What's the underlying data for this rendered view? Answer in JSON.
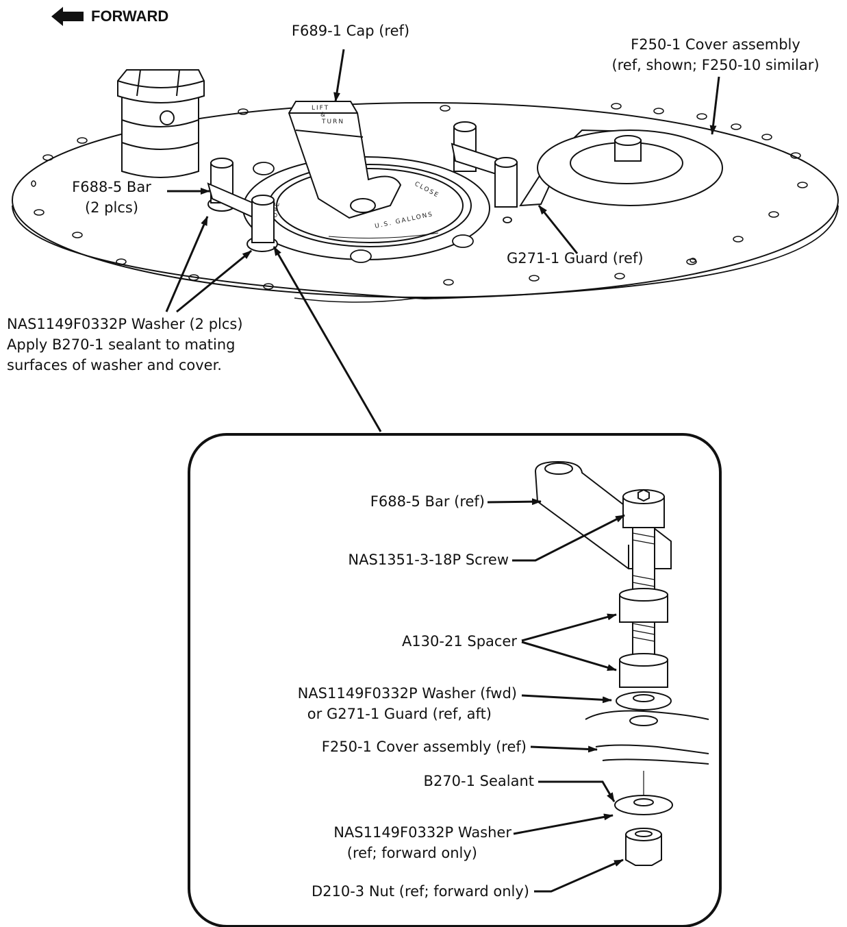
{
  "header": {
    "direction": "FORWARD",
    "arrow_icon": "arrow-left-icon"
  },
  "callouts": {
    "cap": "F689-1 Cap (ref)",
    "cover_line1": "F250-1 Cover assembly",
    "cover_line2": "(ref, shown; F250-10 similar)",
    "bar_line1": "F688-5 Bar",
    "bar_line2": "(2 plcs)",
    "guard": "G271-1 Guard (ref)",
    "washer_line1": "NAS1149F0332P Washer (2 plcs)",
    "washer_line2": "Apply B270-1 sealant to mating",
    "washer_line3": "surfaces of washer and cover."
  },
  "part_etchings": {
    "cap_line1": "LIFT",
    "cap_line2": "&",
    "cap_line3": "TURN",
    "close": "CLOSE",
    "open": "OPE",
    "gallons": "U.S. GALLONS"
  },
  "detail": {
    "bar": "F688-5 Bar (ref)",
    "screw": "NAS1351-3-18P Screw",
    "spacer": "A130-21 Spacer",
    "washer_fwd_line1": "NAS1149F0332P Washer (fwd)",
    "washer_fwd_line2": "or G271-1 Guard (ref, aft)",
    "cover": "F250-1 Cover assembly (ref)",
    "sealant": "B270-1 Sealant",
    "washer_ref_line1": "NAS1149F0332P Washer",
    "washer_ref_line2": "(ref; forward only)",
    "nut": "D210-3 Nut (ref; forward only)"
  },
  "colors": {
    "ink": "#111111",
    "paper": "#ffffff"
  }
}
